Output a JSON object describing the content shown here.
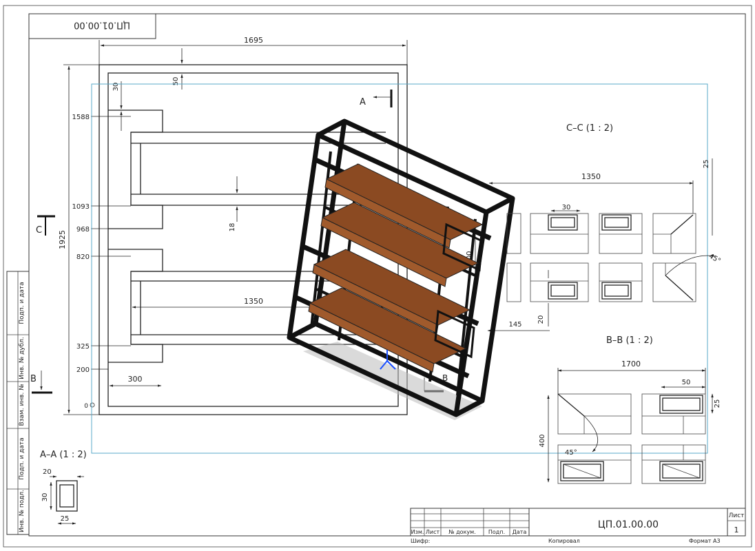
{
  "rotated_designation": "ЦП.01.00.00",
  "designation": "ЦП.01.00.00",
  "left_strip": [
    "Подп. и дата",
    "Инв. № дубл.",
    "Взам. инв. №",
    "Подп. и дата",
    "Инв. № подл."
  ],
  "dims": {
    "overall_width": "1695",
    "overall_height": "1925",
    "top_gap": "50",
    "top_offset": "30",
    "y1588": "1588",
    "y1093": "1093",
    "y968": "968",
    "y820": "820",
    "y325": "325",
    "y200": "200",
    "y0": "0",
    "shelf_gap": "18",
    "shelf_len": "1350",
    "leg": "300",
    "depth_400": "400",
    "rail_20": "20",
    "d145": "145"
  },
  "section_a": {
    "title": "А–А (1 : 2)",
    "w": "20",
    "h": "30",
    "b": "25"
  },
  "section_c": {
    "title": "С–С (1 : 2)",
    "len": "1350",
    "tube": "30",
    "t": "25",
    "angle": "45°"
  },
  "section_b": {
    "title": "В–В (1 : 2)",
    "len": "1700",
    "w": "50",
    "h": "25",
    "depth": "400",
    "angle": "45°"
  },
  "markers": {
    "a": "А",
    "b": "В",
    "c": "С"
  },
  "title_block": {
    "headers": [
      "Изм.",
      "Лист",
      "№ докум.",
      "Подп.",
      "Дата"
    ],
    "sheet_label": "Лист",
    "sheet_no": "1",
    "cipher": "Шифр:",
    "copied": "Копировал",
    "format": "Формат А3"
  }
}
